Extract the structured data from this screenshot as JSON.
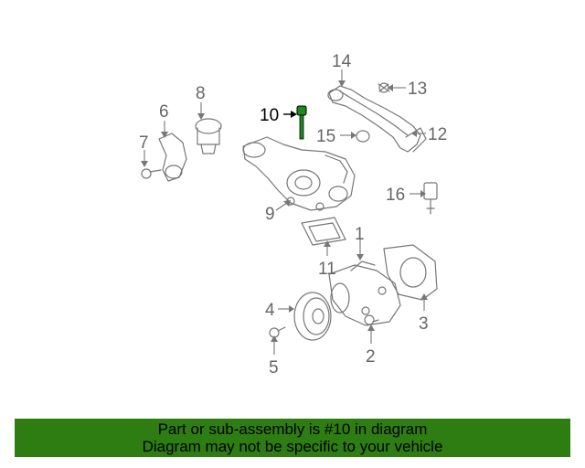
{
  "callouts": [
    {
      "id": "1",
      "label": "1",
      "highlighted": false
    },
    {
      "id": "2",
      "label": "2",
      "highlighted": false
    },
    {
      "id": "3",
      "label": "3",
      "highlighted": false
    },
    {
      "id": "4",
      "label": "4",
      "highlighted": false
    },
    {
      "id": "5",
      "label": "5",
      "highlighted": false
    },
    {
      "id": "6",
      "label": "6",
      "highlighted": false
    },
    {
      "id": "7",
      "label": "7",
      "highlighted": false
    },
    {
      "id": "8",
      "label": "8",
      "highlighted": false
    },
    {
      "id": "9",
      "label": "9",
      "highlighted": false
    },
    {
      "id": "10",
      "label": "10",
      "highlighted": true
    },
    {
      "id": "11",
      "label": "11",
      "highlighted": false
    },
    {
      "id": "12",
      "label": "12",
      "highlighted": false
    },
    {
      "id": "13",
      "label": "13",
      "highlighted": false
    },
    {
      "id": "14",
      "label": "14",
      "highlighted": false
    },
    {
      "id": "15",
      "label": "15",
      "highlighted": false
    },
    {
      "id": "16",
      "label": "16",
      "highlighted": false
    }
  ],
  "banner": {
    "line1": "Part or sub-assembly is #10 in diagram",
    "line2": "Diagram may not be specific to your vehicle"
  },
  "colors": {
    "banner_background": "#2e7d12",
    "highlight_part": "#1e8a1e",
    "line_art": "#777777",
    "callout_text": "#666666",
    "highlight_text": "#000000"
  }
}
